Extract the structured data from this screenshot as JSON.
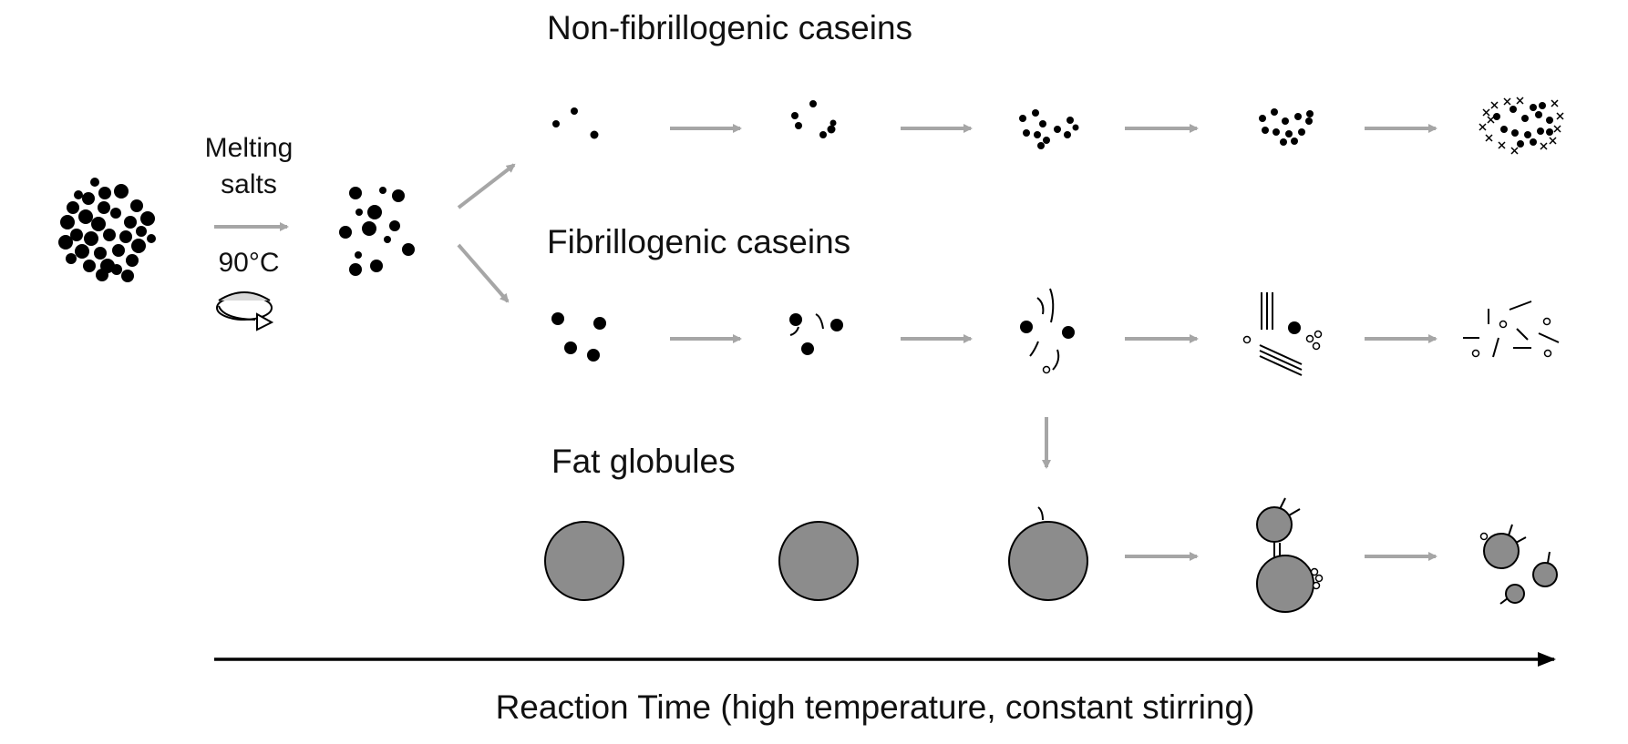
{
  "labels": {
    "non_fibrillogenic": "Non-fibrillogenic caseins",
    "fibrillogenic": "Fibrillogenic caseins",
    "fat_globules": "Fat globules",
    "melting_salts_line1": "Melting",
    "melting_salts_line2": "salts",
    "temperature": "90°C",
    "time_axis": "Reaction Time (high temperature, constant stirring)"
  },
  "colors": {
    "particle": "#000000",
    "arrow": "#a6a6a6",
    "globule_fill": "#8c8c8c",
    "axis": "#000000",
    "stir_icon": "#d9d9d9"
  },
  "rows": [
    {
      "name": "non-fibrillogenic-caseins",
      "stages": 5
    },
    {
      "name": "fibrillogenic-caseins",
      "stages": 5
    },
    {
      "name": "fat-globules",
      "stages": 5
    }
  ]
}
